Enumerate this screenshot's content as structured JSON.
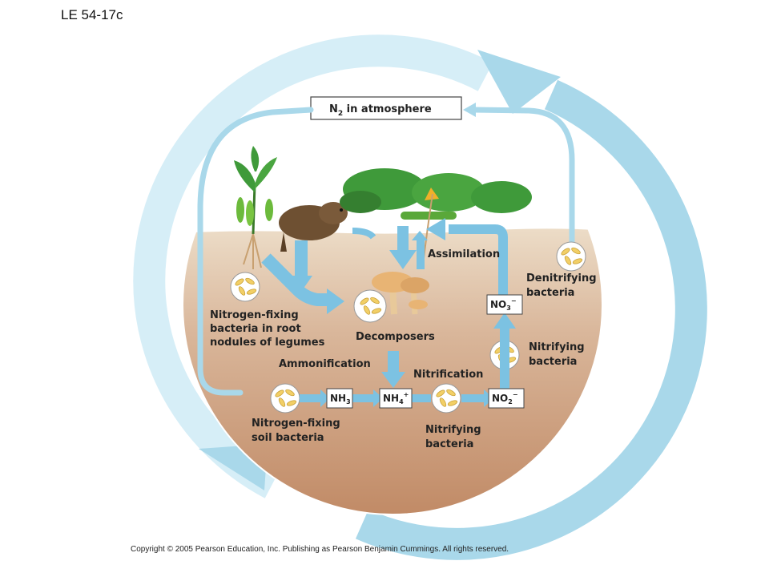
{
  "slide_label": "LE 54-17c",
  "atmosphere": {
    "symbol": "N",
    "subscript": "2",
    "label": " in atmosphere"
  },
  "labels": {
    "assimilation": "Assimilation",
    "decomposers": "Decomposers",
    "ammonification": "Ammonification",
    "nitrification": "Nitrification",
    "denitrifying_1": "Denitrifying",
    "denitrifying_2": "bacteria",
    "nitrifying_right_1": "Nitrifying",
    "nitrifying_right_2": "bacteria",
    "nitrifying_bottom_1": "Nitrifying",
    "nitrifying_bottom_2": "bacteria",
    "nodule_1": "Nitrogen-fixing",
    "nodule_2": "bacteria in root",
    "nodule_3": "nodules of legumes",
    "soil_1": "Nitrogen-fixing",
    "soil_2": "soil bacteria"
  },
  "compounds": {
    "nh3": {
      "base": "NH",
      "sub": "3",
      "sup": ""
    },
    "nh4": {
      "base": "NH",
      "sub": "4",
      "sup": "+"
    },
    "no2": {
      "base": "NO",
      "sub": "2",
      "sup": "−"
    },
    "no3": {
      "base": "NO",
      "sub": "3",
      "sup": "−"
    }
  },
  "copyright": "Copyright © 2005 Pearson Education, Inc. Publishing as Pearson Benjamin Cummings. All rights reserved.",
  "colors": {
    "cycle_arrow": "#a9d8ea",
    "flow_arrow": "#7cc2e2",
    "soil_top": "#e8d6c0",
    "soil_bottom": "#c48e6a",
    "sky": "#ffffff",
    "leaf": "#3f9a3a",
    "bacteria": "#f2cf66"
  }
}
